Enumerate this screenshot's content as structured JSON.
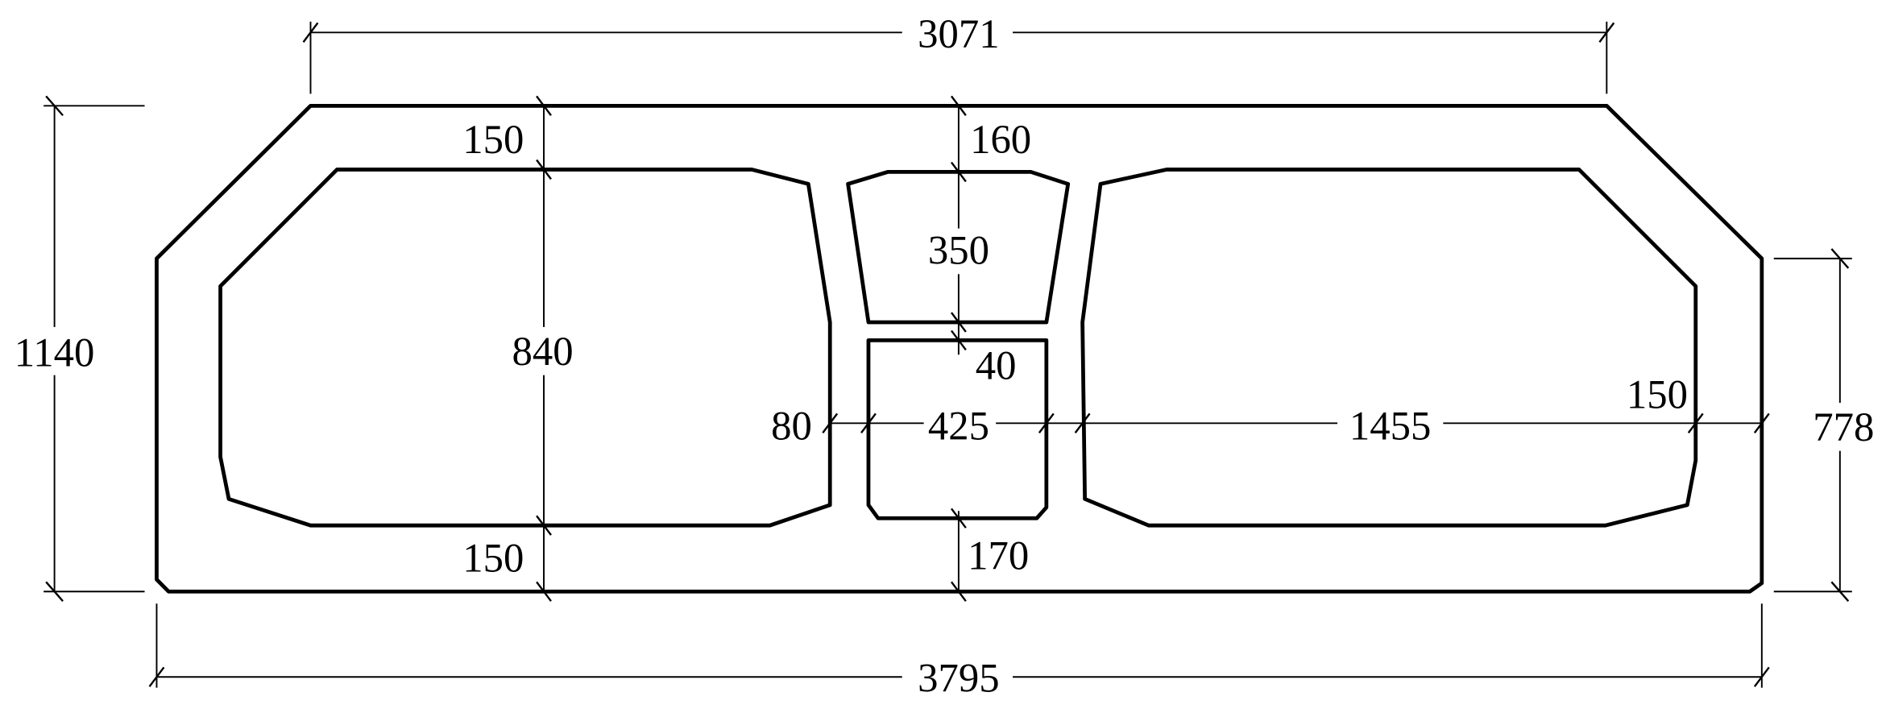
{
  "dimensions": {
    "top_width": "3071",
    "bottom_width": "3795",
    "total_height": "1140",
    "side_height": "778",
    "top_slab_left": "150",
    "cell_height_left": "840",
    "bottom_slab_left": "150",
    "top_slab_middle": "160",
    "upper_small_cell_height": "350",
    "middle_divider": "40",
    "bottom_slab_middle": "170",
    "web_left": "80",
    "middle_cell_width": "425",
    "right_cell_width": "1455",
    "web_right": "150"
  },
  "colors": {
    "line": "#000000",
    "background": "#ffffff"
  }
}
